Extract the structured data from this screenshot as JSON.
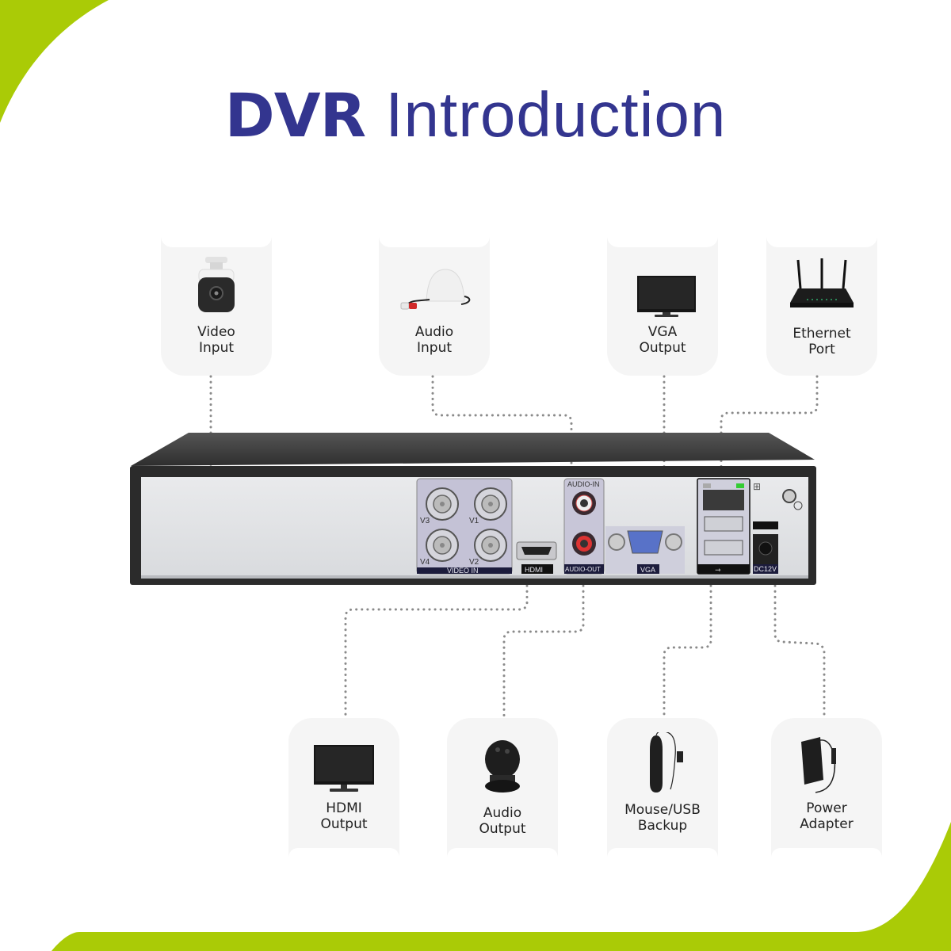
{
  "title": {
    "bold": "DVR",
    "light": "Introduction"
  },
  "colors": {
    "accent_green": "#aacb06",
    "title_blue": "#33358f",
    "card_bg": "#f5f5f5",
    "connector_gray": "#8a8a8a",
    "dvr_body": "#3a3a3a",
    "dvr_panel": "#dfe1e4"
  },
  "top_cards": [
    {
      "id": "video-input",
      "line1": "Video",
      "line2": "Input",
      "icon": "security-camera-icon"
    },
    {
      "id": "audio-input",
      "line1": "Audio",
      "line2": "Input",
      "icon": "microphone-icon"
    },
    {
      "id": "vga-output",
      "line1": "VGA",
      "line2": "Output",
      "icon": "monitor-icon"
    },
    {
      "id": "ethernet-port",
      "line1": "Ethernet",
      "line2": "Port",
      "icon": "router-icon"
    }
  ],
  "bottom_cards": [
    {
      "id": "hdmi-output",
      "line1": "HDMI",
      "line2": "Output",
      "icon": "monitor-icon"
    },
    {
      "id": "audio-output",
      "line1": "Audio",
      "line2": "Output",
      "icon": "speaker-icon"
    },
    {
      "id": "mouse-usb-backup",
      "line1": "Mouse/USB",
      "line2": "Backup",
      "icon": "mouse-icon"
    },
    {
      "id": "power-adapter",
      "line1": "Power",
      "line2": "Adapter",
      "icon": "power-adapter-icon"
    }
  ],
  "dvr_ports": {
    "video_in_label": "VIDEO IN",
    "channels": [
      "V3",
      "V1",
      "V4",
      "V2"
    ],
    "hdmi_label": "HDMI",
    "audio_in_label": "AUDIO-IN",
    "audio_out_label": "AUDIO-OUT",
    "vga_label": "VGA",
    "dc_label": "DC12V"
  }
}
